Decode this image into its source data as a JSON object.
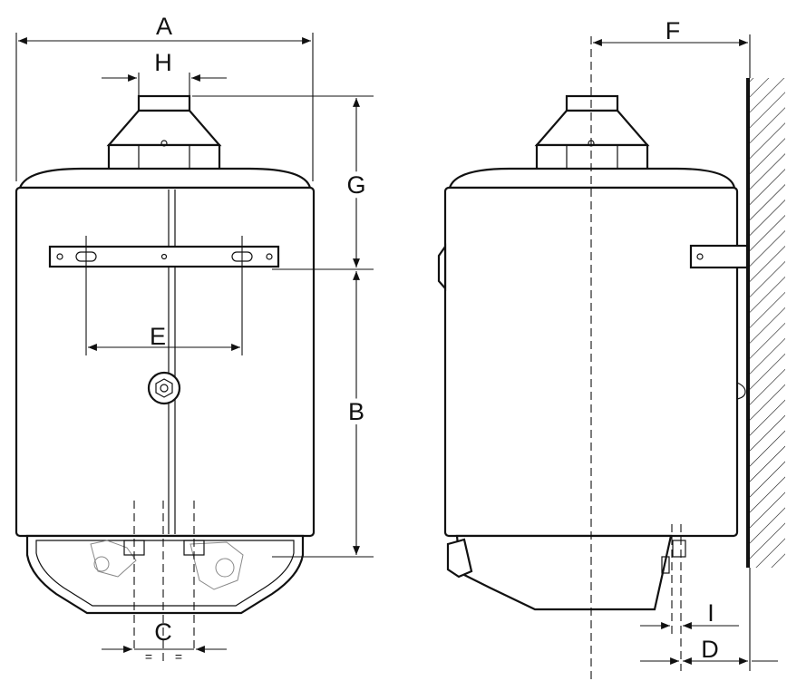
{
  "labels": {
    "A": "A",
    "H": "H",
    "G": "G",
    "B": "B",
    "E": "E",
    "C": "C",
    "F": "F",
    "I": "I",
    "D": "D"
  },
  "equal_marks": [
    "=",
    "="
  ]
}
